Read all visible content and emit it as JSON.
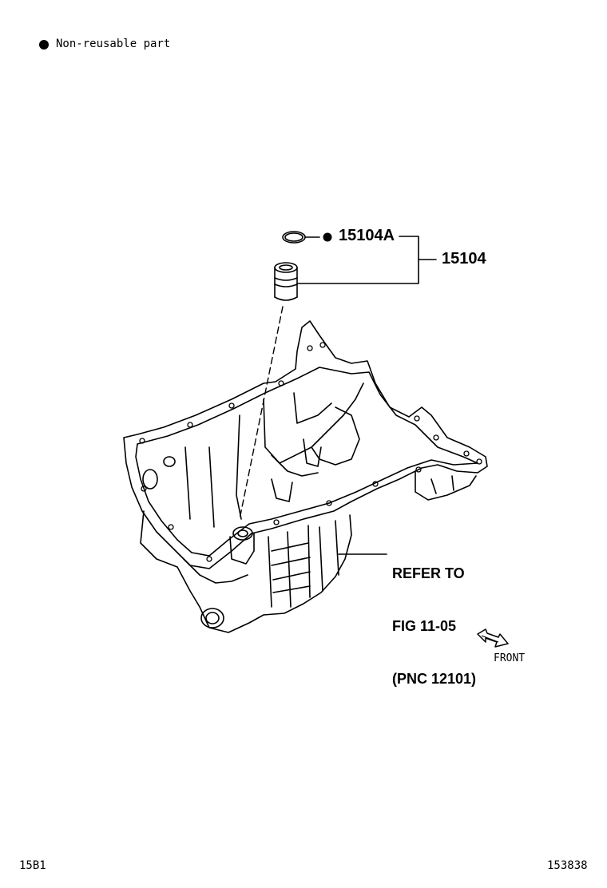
{
  "legend": {
    "bullet_icon": "filled-circle-icon",
    "text": "Non-reusable part"
  },
  "callouts": {
    "part_a": "15104A",
    "part_main": "15104",
    "refer_line1": "REFER TO",
    "refer_line2": "FIG 11-05",
    "refer_line3": "(PNC 12101)"
  },
  "direction": {
    "icon": "front-arrow-icon",
    "label": "FRONT"
  },
  "footer": {
    "left_code": "15B1",
    "right_code": "153838"
  },
  "colors": {
    "ink": "#000000",
    "background": "#ffffff"
  }
}
